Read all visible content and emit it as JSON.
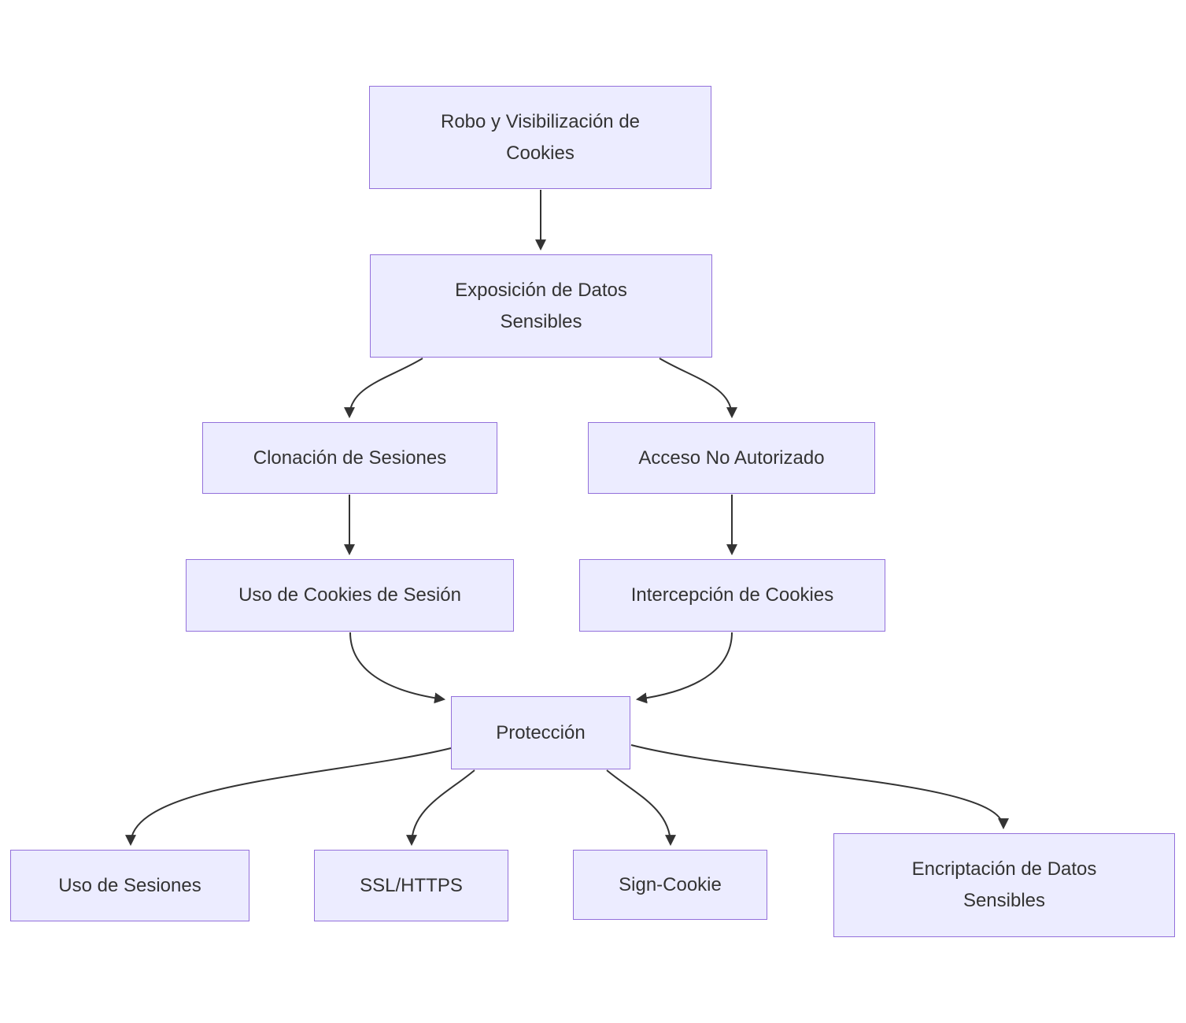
{
  "diagram": {
    "type": "flowchart",
    "direction": "top-down",
    "colors": {
      "node_fill": "#ECECFF",
      "node_border": "#9370DB",
      "edge_color": "#333333",
      "text_color": "#333333",
      "background": "#ffffff"
    },
    "nodes": {
      "robo": {
        "label": [
          "Robo y Visibilización de",
          "Cookies"
        ]
      },
      "exposicion": {
        "label": [
          "Exposición de Datos",
          "Sensibles"
        ]
      },
      "clonacion": {
        "label": "Clonación de Sesiones"
      },
      "acceso": {
        "label": "Acceso No Autorizado"
      },
      "uso_cookies": {
        "label": "Uso de Cookies de Sesión"
      },
      "intercepcion": {
        "label": "Intercepción de Cookies"
      },
      "proteccion": {
        "label": "Protección"
      },
      "uso_sesiones": {
        "label": "Uso de Sesiones"
      },
      "ssl_https": {
        "label": "SSL/HTTPS"
      },
      "sign_cookie": {
        "label": "Sign-Cookie"
      },
      "encriptacion": {
        "label": [
          "Encriptación de Datos",
          "Sensibles"
        ]
      }
    },
    "edges": [
      {
        "from": "robo",
        "to": "exposicion"
      },
      {
        "from": "exposicion",
        "to": "clonacion"
      },
      {
        "from": "exposicion",
        "to": "acceso"
      },
      {
        "from": "clonacion",
        "to": "uso_cookies"
      },
      {
        "from": "acceso",
        "to": "intercepcion"
      },
      {
        "from": "uso_cookies",
        "to": "proteccion"
      },
      {
        "from": "intercepcion",
        "to": "proteccion"
      },
      {
        "from": "proteccion",
        "to": "uso_sesiones"
      },
      {
        "from": "proteccion",
        "to": "ssl_https"
      },
      {
        "from": "proteccion",
        "to": "sign_cookie"
      },
      {
        "from": "proteccion",
        "to": "encriptacion"
      }
    ]
  }
}
